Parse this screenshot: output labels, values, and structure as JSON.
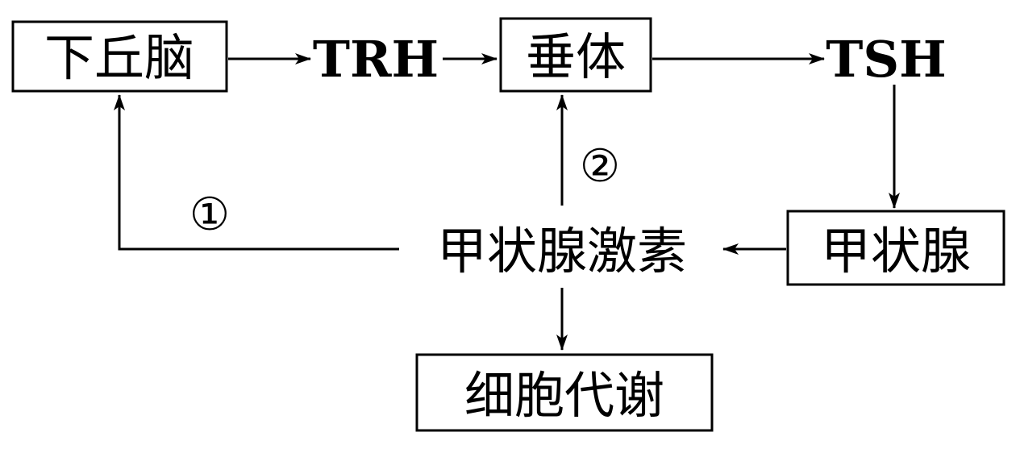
{
  "nodes": {
    "hypothalamus": "下丘脑",
    "trh": "TRH",
    "pituitary": "垂体",
    "tsh": "TSH",
    "thyroid": "甲状腺",
    "thyroid_hormone": "甲状腺激素",
    "cell_metabolism": "细胞代谢"
  },
  "markers": {
    "feedback_1": "①",
    "feedback_2": "②"
  },
  "colors": {
    "line": "#000000",
    "background": "#ffffff"
  }
}
